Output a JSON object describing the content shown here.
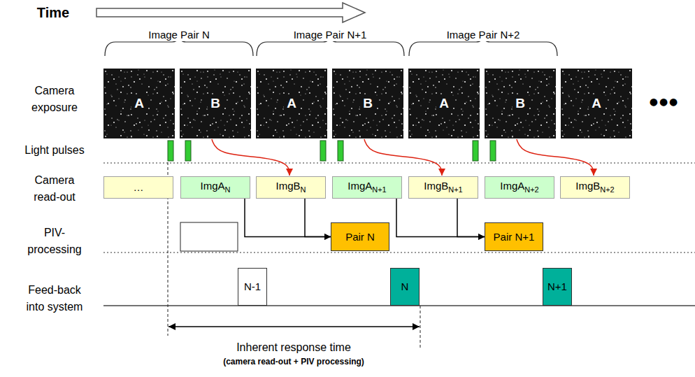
{
  "diagram": {
    "nodes": [
      {
        "text": [
          "A"
        ]
      },
      {
        "text": [
          "B"
        ]
      },
      {
        "text": [
          "A"
        ]
      },
      {
        "text": [
          "B"
        ]
      },
      {
        "text": [
          "A"
        ]
      },
      {
        "text": [
          "B"
        ]
      },
      {
        "text": [
          "A"
        ]
      },
      {
        "text": [
          "…"
        ]
      },
      {
        "text": [
          "ImgA",
          "N"
        ]
      },
      {
        "text": [
          "ImgB",
          "N"
        ]
      },
      {
        "text": [
          "ImgA",
          "N+1"
        ]
      },
      {
        "text": [
          "ImgB",
          "N+1"
        ]
      },
      {
        "text": [
          "ImgA",
          "N+2"
        ]
      },
      {
        "text": [
          "ImgB",
          "N+2"
        ]
      },
      {
        "text": [
          "Pair N"
        ]
      },
      {
        "text": [
          "Pair N+1"
        ]
      },
      {
        "text": [
          "N-1"
        ]
      },
      {
        "text": [
          "N"
        ]
      },
      {
        "text": [
          "N+1"
        ]
      }
    ],
    "edges": [
      {
        "from": 1,
        "to": 9,
        "arrow": "to"
      },
      {
        "from": 3,
        "to": 11,
        "arrow": "to"
      },
      {
        "from": 5,
        "to": 13,
        "arrow": "to"
      },
      {
        "from": 8,
        "to": 14,
        "arrow": "to"
      },
      {
        "from": 9,
        "to": 14,
        "arrow": "to"
      },
      {
        "from": 10,
        "to": 15,
        "arrow": "to"
      },
      {
        "from": 11,
        "to": 15,
        "arrow": "to"
      }
    ],
    "labels": [
      "Time",
      "Image Pair N",
      "Image Pair N+1",
      "Image Pair N+2",
      "Camera exposure",
      "Light pulses",
      "Camera read-out",
      "PIV-processing",
      "Feed-back into system",
      "●●●",
      "Inherent response time",
      "(camera read-out + PIV processing)"
    ]
  }
}
